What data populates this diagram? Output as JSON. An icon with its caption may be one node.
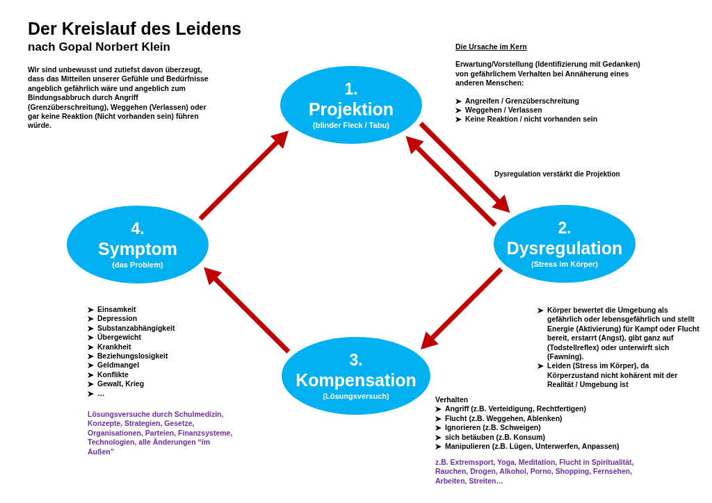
{
  "diagram": {
    "title": "Der Kreislauf des Leidens",
    "nodes": [
      {
        "text": [
          "1.",
          "Projektion",
          "(blinder Fleck / Tabu)"
        ]
      },
      {
        "text": [
          "2.",
          "Dysregulation",
          "(Stress im Körper)"
        ]
      },
      {
        "text": [
          "3.",
          "Kompensation",
          "(Lösungsversuch)"
        ]
      },
      {
        "text": [
          "4.",
          "Symptom",
          "(das Problem)"
        ]
      }
    ],
    "edges": [
      {
        "from": 0,
        "to": 1,
        "arrow": "to"
      },
      {
        "from": 1,
        "to": 0,
        "arrow": "to"
      },
      {
        "from": 1,
        "to": 2,
        "arrow": "to"
      },
      {
        "from": 2,
        "to": 3,
        "arrow": "to"
      },
      {
        "from": 3,
        "to": 0,
        "arrow": "to"
      }
    ],
    "labels": [
      "nach Gopal Norbert Klein",
      "Wir sind unbewusst und zutiefst davon überzeugt, dass das Mitteilen unserer Gefühle und Bedürfnisse angeblich gefährlich wäre und angeblich zum Bindungsabbruch durch Angriff (Grenzüberschreitung), Weggehen (Verlassen) oder gar keine Reaktion (Nicht vorhanden sein) führen würde.",
      "Die Ursache im Kern",
      "Erwartung/Vorstellung (Identifizierung mit Gedanken) von gefährlichem Verhalten bei Annäherung eines anderen Menschen:",
      "Angreifen / Grenzüberschreitung",
      "Weggehen / Verlassen",
      "Keine Reaktion / nicht vorhanden sein",
      "Dysregulation verstärkt die Projektion",
      "Einsamkeit",
      "Depression",
      "Substanzabhängigkeit",
      "Übergewicht",
      "Krankheit",
      "Beziehungslosigkeit",
      "Geldmangel",
      "Konflikte",
      "Gewalt, Krieg",
      "…",
      "Körper bewertet die Umgebung als gefährlich oder lebensgefährlich und stellt Energie (Aktivierung) für Kampf oder Flucht bereit, erstarrt (Angst), gibt ganz auf (Todstellreflex) oder unterwirft sich (Fawning).",
      "Leiden (Stress im Körper), da Körperzustand nicht kohärent mit der Realität / Umgebung ist",
      "Verhalten",
      "Angriff (z.B. Verteidigung, Rechtfertigen)",
      "Flucht (z.B. Weggehen, Ablenken)",
      "Ignorieren (z.B. Schweigen)",
      "sich betäuben (z.B. Konsum)",
      "Manipulieren (z.B. Lügen, Unterwerfen, Anpassen)",
      "Lösungsversuche durch Schulmedizin, Konzepte, Strategien, Gesetze, Organisationen, Parteien, Finanzsysteme, Technologien, alle Änderungen “im Außen”",
      "z.B. Extremsport, Yoga, Meditation, Flucht in Spiritualität, Rauchen, Drogen, Alkohol, Porno, Shopping, Fernsehen, Arbeiten, Streiten…"
    ]
  }
}
